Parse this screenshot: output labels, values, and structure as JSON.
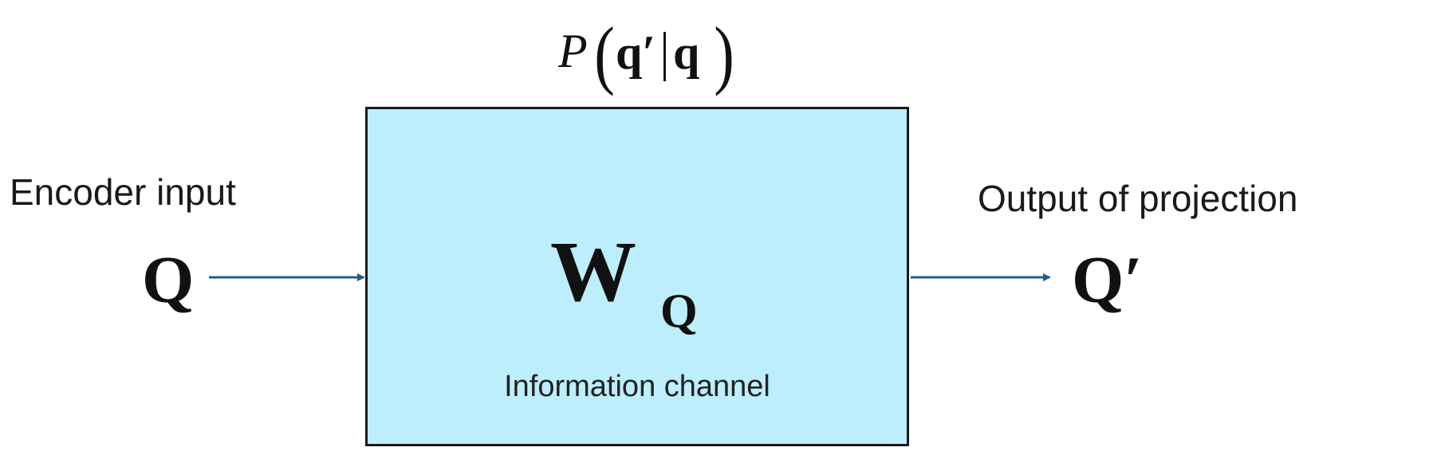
{
  "channel": {
    "probability": {
      "p": "P",
      "paren_open": "(",
      "q_prime": "q′",
      "q": "q",
      "paren_close": ")"
    },
    "matrix_symbol": "W",
    "matrix_subscript": "Q",
    "caption": "Information channel",
    "fill_color": "#bdeefb",
    "border_color": "#1a1a1a"
  },
  "input": {
    "label": "Encoder input",
    "symbol": "Q"
  },
  "output": {
    "label": "Output of projection",
    "symbol": "Q′"
  },
  "arrow_color": "#1f5f86"
}
